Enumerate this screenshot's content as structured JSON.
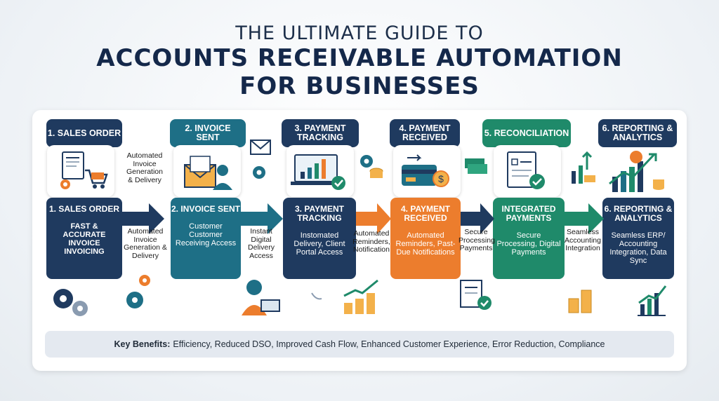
{
  "title": {
    "line1": "THE ULTIMATE GUIDE TO",
    "line2": "ACCOUNTS RECEIVABLE AUTOMATION",
    "line3": "FOR BUSINESSES"
  },
  "steps": [
    {
      "header": "1. SALES ORDER",
      "stage_title": "1. SALES ORDER",
      "stage_body": "FAST & ACCURATE INVOICE INVOICING"
    },
    {
      "header": "2. INVOICE SENT",
      "stage_title": "2. INVOICE SENT",
      "stage_body": "Customer Customer Receiving Access"
    },
    {
      "header": "3. PAYMENT TRACKING",
      "stage_title": "3. PAYMENT TRACKING",
      "stage_body": "Instomated Delivery, Client Portal Access"
    },
    {
      "header": "4. PAYMENT RECEIVED",
      "stage_title": "4. PAYMENT RECEIVED",
      "stage_body": "Automated Reminders, Past-Due Notifications"
    },
    {
      "header": "5. RECONCILIATION",
      "stage_title": "INTEGRATED PAYMENTS",
      "stage_body": "Secure Processing, Digital Payments"
    },
    {
      "header": "6. REPORTING & ANALYTICS",
      "stage_title": "6. REPORTING & ANALYTICS",
      "stage_body": "Seamless ERP/ Accounting Integration, Data Sync"
    }
  ],
  "top_labels": [
    "Automated Invoice Generation & Delivery"
  ],
  "connector_labels": [
    "Automated Invoice Generation & Delivery",
    "Instant Digital Delivery Access",
    "Automated Reminders, Notification",
    "Secure Processing Payments",
    "Seamless Accounting Integration"
  ],
  "benefits": {
    "label": "Key Benefits:",
    "text": "Efficiency, Reduced DSO, Improved Cash Flow, Enhanced Customer Experience, Error Reduction, Compliance"
  },
  "colors": {
    "navy": "#1f3a5f",
    "teal": "#1e6f86",
    "orange": "#ec7d2d",
    "green": "#1f8a6a"
  },
  "icons": [
    "order-form-cart-icon",
    "envelope-person-icon",
    "laptop-chart-icon",
    "card-coin-icon",
    "document-check-icon",
    "growth-chart-icon",
    "gears-icon",
    "person-laptop-icon",
    "coin-stacks-icon",
    "checklist-icon"
  ]
}
